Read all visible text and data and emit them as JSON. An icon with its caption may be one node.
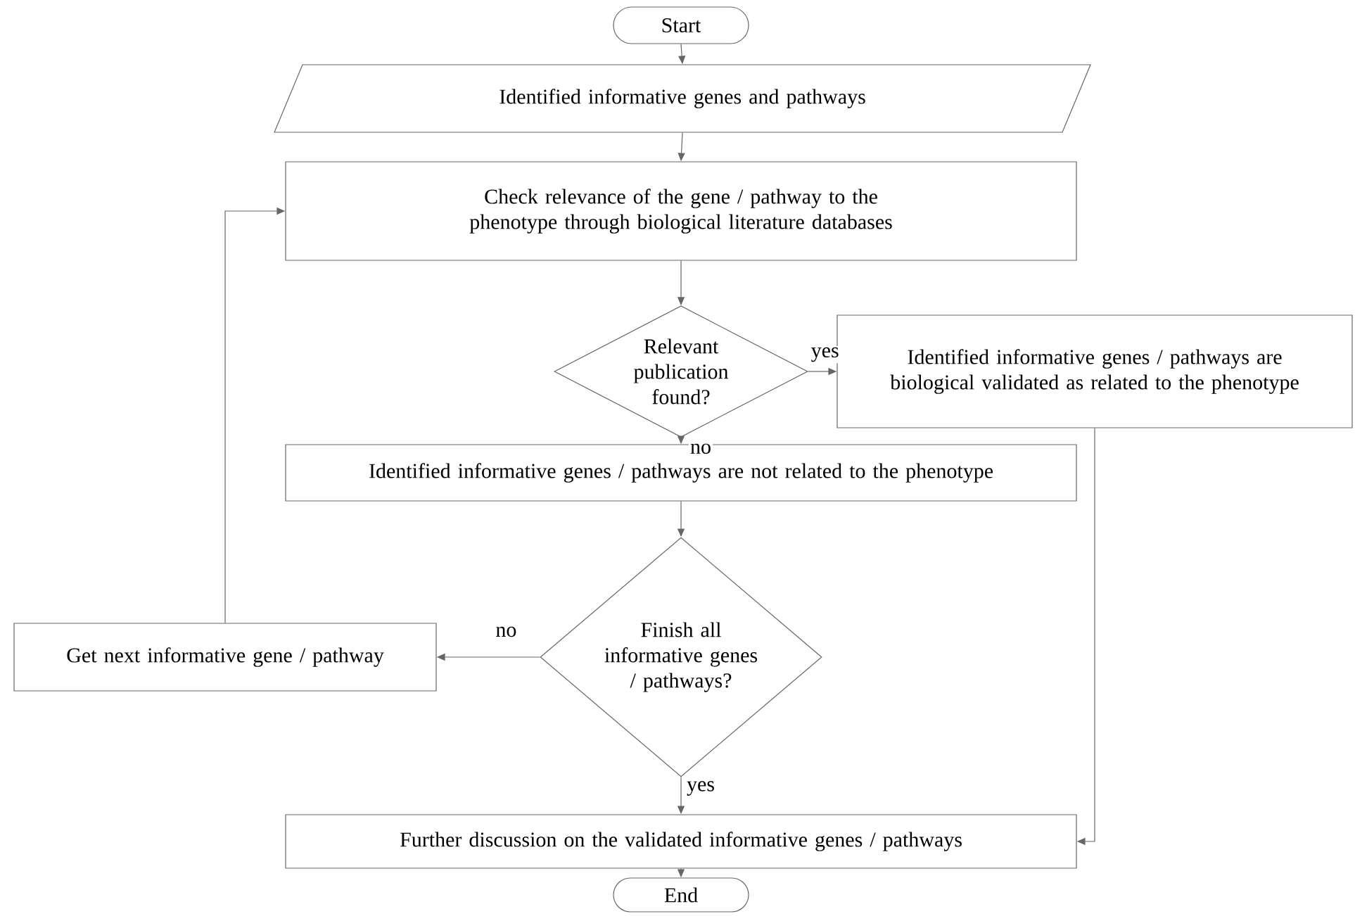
{
  "diagram": {
    "nodes": [
      {
        "text": [
          "Start"
        ]
      },
      {
        "text": [
          "Identified informative genes and pathways"
        ]
      },
      {
        "text": [
          "Check relevance of the gene / pathway to the phenotype through biological literature databases"
        ]
      },
      {
        "text": [
          "Relevant publication found?"
        ]
      },
      {
        "text": [
          "Identified informative genes / pathways are biological validated as related to the phenotype"
        ]
      },
      {
        "text": [
          "Identified informative genes / pathways are not related to the phenotype"
        ]
      },
      {
        "text": [
          "Finish all informative genes / pathways?"
        ]
      },
      {
        "text": [
          "Get next informative gene / pathway"
        ]
      },
      {
        "text": [
          "Further discussion on the validated informative genes / pathways"
        ]
      },
      {
        "text": [
          "End"
        ]
      }
    ],
    "edges": [
      {
        "from": 0,
        "to": 1,
        "arrow": "to"
      },
      {
        "from": 1,
        "to": 2,
        "arrow": "to"
      },
      {
        "from": 2,
        "to": 3,
        "arrow": "to"
      },
      {
        "from": 3,
        "to": 4,
        "arrow": "to",
        "label": "yes"
      },
      {
        "from": 3,
        "to": 5,
        "arrow": "to",
        "label": "no"
      },
      {
        "from": 5,
        "to": 6,
        "arrow": "to"
      },
      {
        "from": 6,
        "to": 7,
        "arrow": "to",
        "label": "no"
      },
      {
        "from": 7,
        "to": 2,
        "arrow": "to"
      },
      {
        "from": 6,
        "to": 8,
        "arrow": "to",
        "label": "yes"
      },
      {
        "from": 4,
        "to": 8,
        "arrow": "to"
      },
      {
        "from": 8,
        "to": 9,
        "arrow": "to"
      }
    ]
  }
}
